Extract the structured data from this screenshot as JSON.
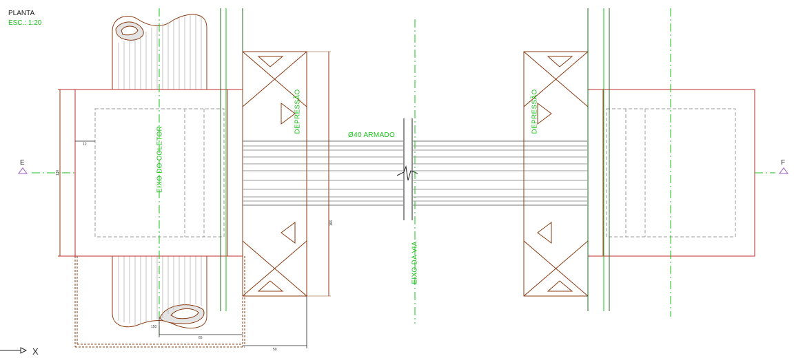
{
  "title": "PLANTA",
  "scale": "ESC.: 1:20",
  "labels": {
    "eixo_coletor": "EIXO DO COLETOR",
    "eixo_via": "EIXO DA VIA",
    "depressao_left": "DEPRESSÃO",
    "depressao_right": "DEPRESSÃO",
    "pipe": "Ø40 ARMADO",
    "section_left": "E",
    "section_right": "F",
    "axis_x": "X"
  },
  "dimensions": {
    "d_12": "12",
    "d_130": "130",
    "d_166": "166",
    "d_150": "150",
    "d_65": "65",
    "d_50": "50"
  },
  "colors": {
    "structure": "#c0282a",
    "lines": "#8a3a10",
    "axis": "#19c219",
    "hidden": "#9a9a9a",
    "section_marker": "#9b59c6",
    "pipe": "#7a7a7a"
  }
}
